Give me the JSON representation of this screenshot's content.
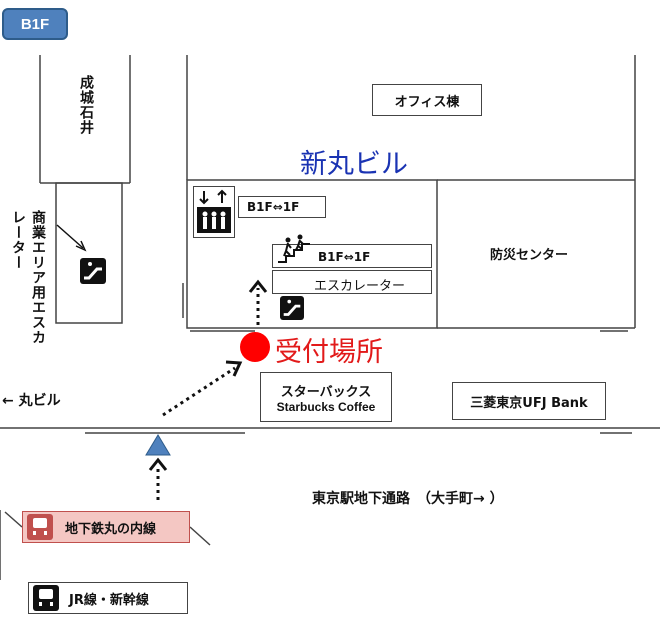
{
  "floor": "B1F",
  "buildings": {
    "seijo_ishii": "成城石井",
    "office": "オフィス棟",
    "shinmaru": "新丸ビル",
    "bousai": "防災センター",
    "starbucks_jp": "スターバックス",
    "starbucks_en": "Starbucks Coffee",
    "bank": "三菱東京UFJ Bank"
  },
  "labels": {
    "elevator_floors": "B1F⇔1F",
    "stairs_floors": "B1F⇔1F",
    "escalator": "エスカレーター",
    "commercial_escalator": "商業エリア用エスカレーター",
    "reception": "受付場所",
    "marubiru": "← 丸ビル",
    "passage": "東京駅地下通路　（大手町→ ）",
    "marunouchi_line": "地下鉄丸の内線",
    "jr_line": "JR線・新幹線"
  },
  "colors": {
    "badge": "#4f81bd",
    "reception_dot": "#ff0000",
    "reception_text": "#e21a1a",
    "building_title": "#1a33b3",
    "subway_fill": "#f4c7c3",
    "subway_border": "#c0504d",
    "triangle": "#4f81bd"
  },
  "icons": [
    "elevator-icon",
    "stairs-icon",
    "escalator-icon",
    "train-icon"
  ]
}
